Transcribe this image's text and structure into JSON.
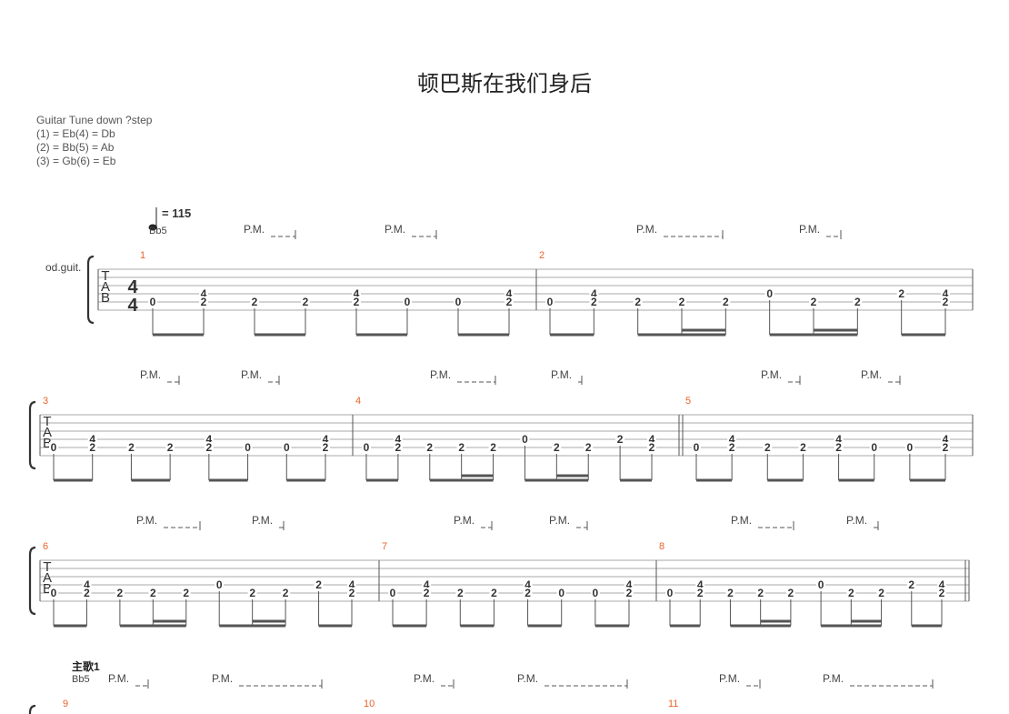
{
  "title": "顿巴斯在我们身后",
  "tuning": {
    "header": "Guitar Tune down ?step",
    "lines": [
      "(1) = Eb(4) = Db",
      "(2) = Bb(5) = Ab",
      "(3) = Gb(6) = Eb"
    ]
  },
  "tempo": "= 115",
  "chord": "Bb5",
  "instrument": "od.guit.",
  "time_signature": {
    "top": "4",
    "bottom": "4"
  },
  "tab_letters": [
    "T",
    "A",
    "B"
  ],
  "pm_label": "P.M.",
  "section_label": "主歌1",
  "colors": {
    "measure_number": "#e8632b",
    "staff_line": "#aaaaaa",
    "text": "#333333"
  },
  "systems": [
    {
      "measures": [
        {
          "number": "1",
          "events": [
            {
              "s5": "0"
            },
            {
              "s4": "4",
              "s5": "2"
            },
            {
              "s5": "2"
            },
            {
              "s5": "2"
            },
            {
              "s4": "4",
              "s5": "2"
            },
            {
              "s5": "0"
            },
            {
              "s5": "0"
            },
            {
              "s4": "4",
              "s5": "2"
            }
          ]
        },
        {
          "number": "2",
          "events": [
            {
              "s5": "0"
            },
            {
              "s4": "4",
              "s5": "2"
            },
            {
              "s5": "2"
            },
            {
              "s5": "2"
            },
            {
              "s5": "2"
            },
            {
              "s4": "0"
            },
            {
              "s5": "2"
            },
            {
              "s5": "2"
            },
            {
              "s4": "2"
            },
            {
              "s4": "4",
              "s5": "2"
            }
          ]
        }
      ]
    },
    {
      "measures": [
        {
          "number": "3",
          "events": [
            {
              "s5": "0"
            },
            {
              "s4": "4",
              "s5": "2"
            },
            {
              "s5": "2"
            },
            {
              "s5": "2"
            },
            {
              "s4": "4",
              "s5": "2"
            },
            {
              "s5": "0"
            },
            {
              "s5": "0"
            },
            {
              "s4": "4",
              "s5": "2"
            }
          ]
        },
        {
          "number": "4",
          "events": [
            {
              "s5": "0"
            },
            {
              "s4": "4",
              "s5": "2"
            },
            {
              "s5": "2"
            },
            {
              "s5": "2"
            },
            {
              "s5": "2"
            },
            {
              "s4": "0"
            },
            {
              "s5": "2"
            },
            {
              "s5": "2"
            },
            {
              "s4": "2"
            },
            {
              "s4": "4",
              "s5": "2"
            }
          ]
        },
        {
          "number": "5",
          "events": [
            {
              "s5": "0"
            },
            {
              "s4": "4",
              "s5": "2"
            },
            {
              "s5": "2"
            },
            {
              "s5": "2"
            },
            {
              "s4": "4",
              "s5": "2"
            },
            {
              "s5": "0"
            },
            {
              "s5": "0"
            },
            {
              "s4": "4",
              "s5": "2"
            }
          ]
        }
      ]
    },
    {
      "measures": [
        {
          "number": "6",
          "events": [
            {
              "s5": "0"
            },
            {
              "s4": "4",
              "s5": "2"
            },
            {
              "s5": "2"
            },
            {
              "s5": "2"
            },
            {
              "s5": "2"
            },
            {
              "s4": "0"
            },
            {
              "s5": "2"
            },
            {
              "s5": "2"
            },
            {
              "s4": "2"
            },
            {
              "s4": "4",
              "s5": "2"
            }
          ]
        },
        {
          "number": "7",
          "events": [
            {
              "s5": "0"
            },
            {
              "s4": "4",
              "s5": "2"
            },
            {
              "s5": "2"
            },
            {
              "s5": "2"
            },
            {
              "s4": "4",
              "s5": "2"
            },
            {
              "s5": "0"
            },
            {
              "s5": "0"
            },
            {
              "s4": "4",
              "s5": "2"
            }
          ]
        },
        {
          "number": "8",
          "events": [
            {
              "s5": "0"
            },
            {
              "s4": "4",
              "s5": "2"
            },
            {
              "s5": "2"
            },
            {
              "s5": "2"
            },
            {
              "s5": "2"
            },
            {
              "s4": "0"
            },
            {
              "s5": "2"
            },
            {
              "s5": "2"
            },
            {
              "s4": "2"
            },
            {
              "s4": "4",
              "s5": "2"
            }
          ]
        }
      ]
    },
    {
      "measures": [
        {
          "number": "9",
          "events": []
        },
        {
          "number": "10",
          "events": []
        },
        {
          "number": "11",
          "events": []
        }
      ]
    }
  ]
}
